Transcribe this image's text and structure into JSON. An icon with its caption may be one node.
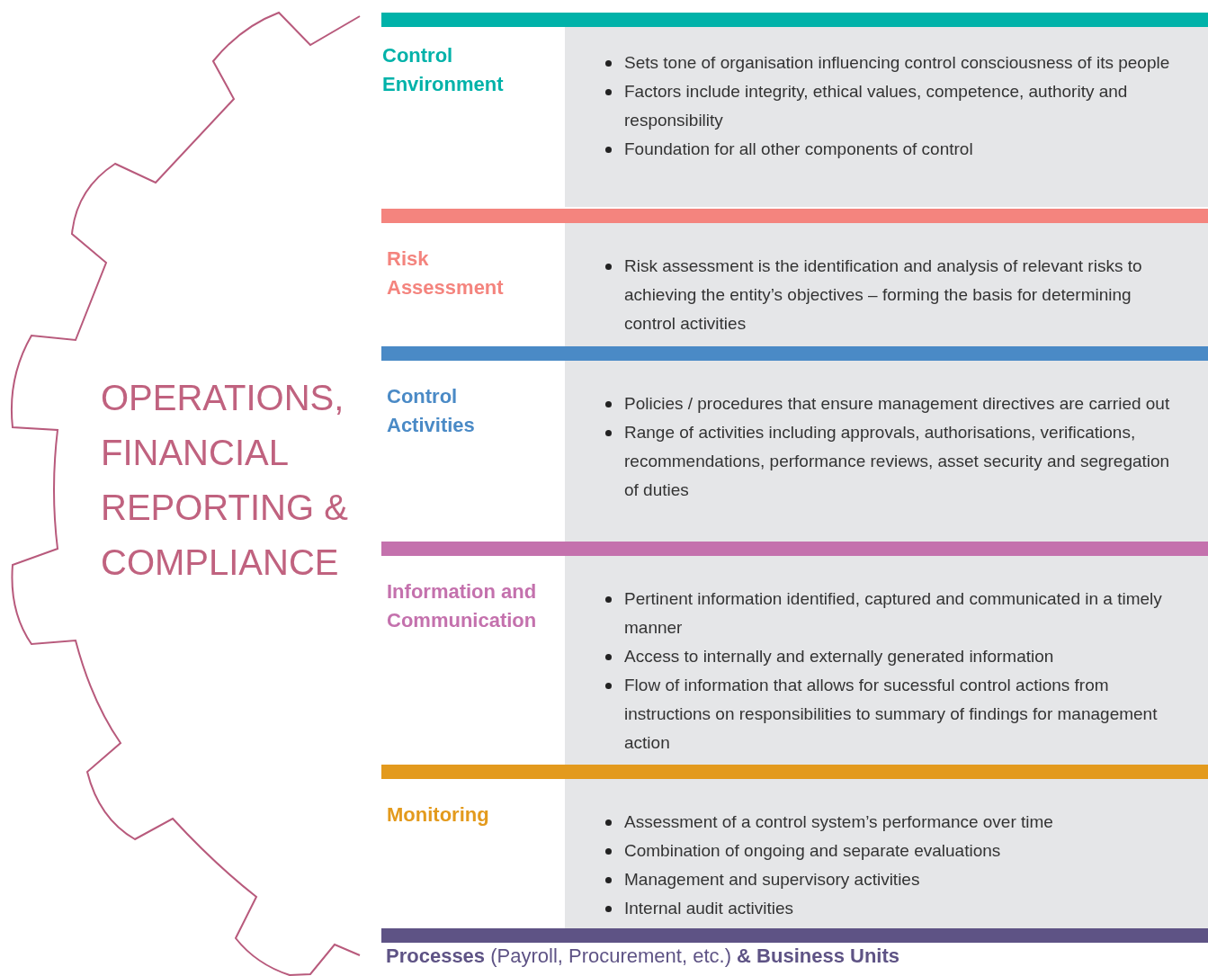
{
  "diagram": {
    "nodes": [
      {
        "text": [
          "OPERATIONS, FINANCIAL REPORTING & COMPLIANCE"
        ]
      },
      {
        "text": [
          "Control Environment",
          "Sets tone of organisation influencing control consciousness of its people",
          "Factors include integrity, ethical values, competence, authority and responsibility",
          "Foundation for all other components of control"
        ]
      },
      {
        "text": [
          "Risk Assessment",
          "Risk assessment is the identification and analysis of relevant risks to achieving the entity’s objectives – forming the basis for determining control activities"
        ]
      },
      {
        "text": [
          "Control Activities",
          "Policies / procedures that ensure management directives are carried out",
          "Range of activities including approvals, authorisations, verifications, recommendations, performance reviews, asset security and segregation of duties"
        ]
      },
      {
        "text": [
          "Information and Communication",
          "Pertinent information identified, captured and communicated in a timely manner",
          "Access to internally and externally generated information",
          "Flow of information that allows for sucessful control actions from instructions on responsibilities to summary of findings for management action"
        ]
      },
      {
        "text": [
          "Monitoring",
          "Assessment of a control system’s performance over time",
          "Combination of ongoing and separate evaluations",
          "Management and supervisory activities",
          "Internal audit activities"
        ]
      },
      {
        "text": [
          "**Processes** (Payroll, Procurement, etc.) **& Business Units**"
        ]
      }
    ]
  }
}
